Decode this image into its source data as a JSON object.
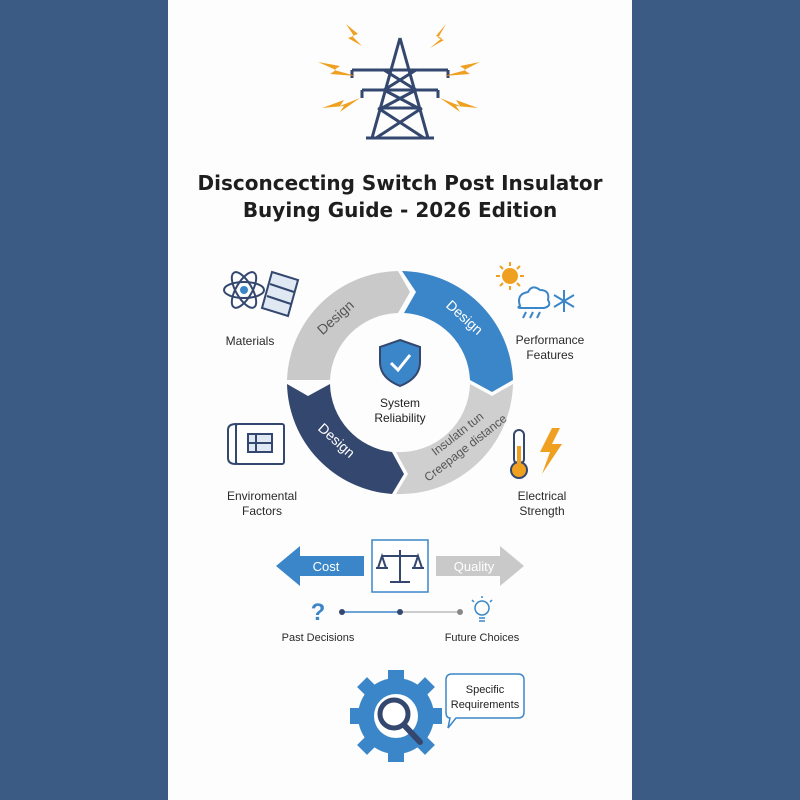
{
  "title": {
    "line1": "Disconcecting Switch Post Insulator",
    "line2": "Buying Guide - 2026 Edition"
  },
  "cycle": {
    "segments": [
      {
        "label": "Design",
        "color": "#c9c9c9"
      },
      {
        "label": "Design",
        "color": "#3b86c8"
      },
      {
        "label": "Design",
        "color": "#34476f"
      },
      {
        "label_line1": "Insulatn tun",
        "label_line2": "Creepage distance",
        "color": "#cfcfcf"
      }
    ],
    "center_line1": "System",
    "center_line2": "Reliability"
  },
  "factors": {
    "materials": "Materials",
    "performance_line1": "Performance",
    "performance_line2": "Features",
    "environmental_line1": "Enviromental",
    "environmental_line2": "Factors",
    "electrical_line1": "Electrical",
    "electrical_line2": "Strength"
  },
  "balance": {
    "cost": "Cost",
    "quality": "Quality"
  },
  "timeline": {
    "past": "Past Decisions",
    "future": "Future Choices"
  },
  "requirements": {
    "line1": "Specific",
    "line2": "Requirements"
  },
  "colors": {
    "accent_blue": "#3b86c8",
    "navy": "#34476f",
    "orange": "#f0a020",
    "background": "#3b5a84"
  }
}
